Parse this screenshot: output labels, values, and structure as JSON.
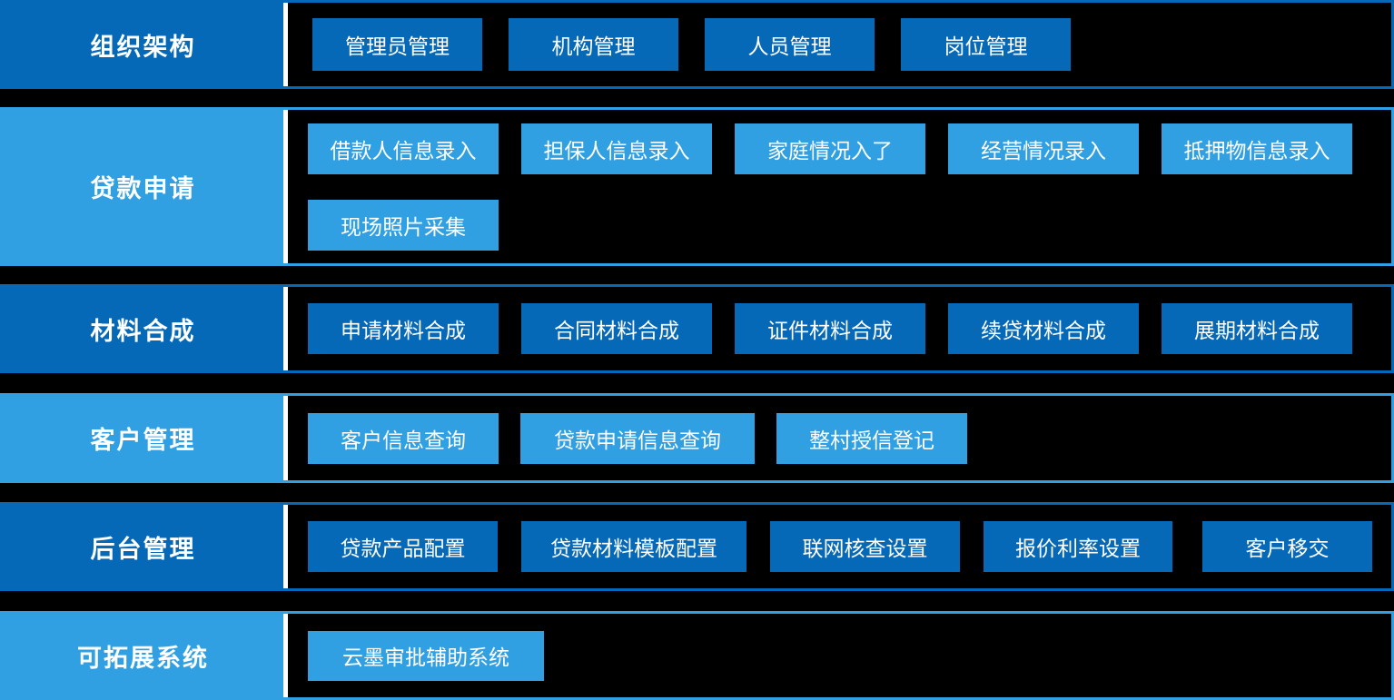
{
  "colors": {
    "dark_blue": "#0669b8",
    "light_blue": "#31a0e2",
    "background": "#000000",
    "divider": "#ffffff",
    "text": "#ffffff"
  },
  "bands": [
    {
      "label": "组织架构",
      "theme": "dark",
      "items": [
        "管理员管理",
        "机构管理",
        "人员管理",
        "岗位管理"
      ]
    },
    {
      "label": "贷款申请",
      "theme": "light",
      "items": [
        "借款人信息录入",
        "担保人信息录入",
        "家庭情况入了",
        "经营情况录入",
        "抵押物信息录入",
        "现场照片采集"
      ]
    },
    {
      "label": "材料合成",
      "theme": "dark",
      "items": [
        "申请材料合成",
        "合同材料合成",
        "证件材料合成",
        "续贷材料合成",
        "展期材料合成"
      ]
    },
    {
      "label": "客户管理",
      "theme": "light",
      "items": [
        "客户信息查询",
        "贷款申请信息查询",
        "整村授信登记"
      ]
    },
    {
      "label": "后台管理",
      "theme": "dark",
      "items": [
        "贷款产品配置",
        "贷款材料模板配置",
        "联网核查设置",
        "报价利率设置",
        "客户移交"
      ]
    },
    {
      "label": "可拓展系统",
      "theme": "light",
      "items": [
        "云墨审批辅助系统"
      ]
    }
  ]
}
